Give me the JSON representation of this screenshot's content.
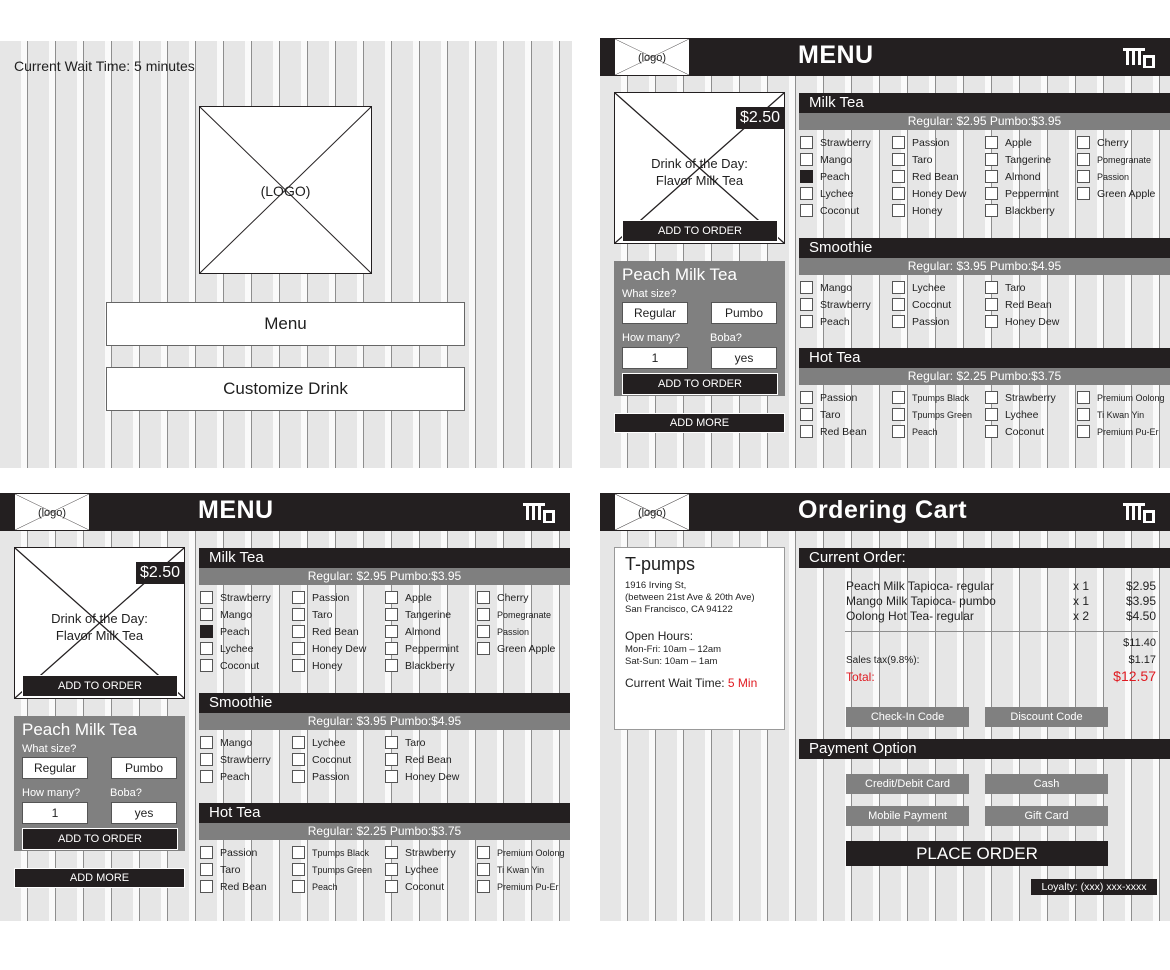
{
  "colors": {
    "dark": "#231f20",
    "gray": "#808080",
    "accent": "#e01b22"
  },
  "home": {
    "wait": "Current Wait Time: 5 minutes",
    "logo": "(LOGO)",
    "menu_btn": "Menu",
    "custom_btn": "Customize Drink"
  },
  "menu_screen": {
    "logo": "(logo)",
    "title": "MENU",
    "cart_icon": "cart-icon",
    "dotd": {
      "price": "$2.50",
      "line1": "Drink of the Day:",
      "line2": "Flavor Milk Tea",
      "add": "ADD TO ORDER"
    },
    "custom": {
      "title": "Peach Milk Tea",
      "size_label": "What size?",
      "size_regular": "Regular",
      "size_pumbo": "Pumbo",
      "qty_label": "How many?",
      "qty": "1",
      "boba_label": "Boba?",
      "boba": "yes",
      "add": "ADD TO ORDER"
    },
    "add_more": "ADD MORE",
    "sections": [
      {
        "title": "Milk Tea",
        "prices": "Regular: $2.95  Pumbo:$3.95",
        "columns": [
          [
            "Strawberry",
            "Mango",
            "Peach",
            "Lychee",
            "Coconut"
          ],
          [
            "Passion",
            "Taro",
            "Red Bean",
            "Honey Dew",
            "Honey"
          ],
          [
            "Apple",
            "Tangerine",
            "Almond",
            "Peppermint",
            "Blackberry"
          ],
          [
            "Cherry",
            "Pomegranate",
            "Passion",
            "Green Apple"
          ]
        ],
        "checked": "Peach"
      },
      {
        "title": "Smoothie",
        "prices": "Regular: $3.95  Pumbo:$4.95",
        "columns": [
          [
            "Mango",
            "Strawberry",
            "Peach"
          ],
          [
            "Lychee",
            "Coconut",
            "Passion"
          ],
          [
            "Taro",
            "Red Bean",
            "Honey Dew"
          ]
        ]
      },
      {
        "title": "Hot Tea",
        "prices": "Regular: $2.25  Pumbo:$3.75",
        "columns": [
          [
            "Passion",
            "Taro",
            "Red Bean"
          ],
          [
            "Tpumps Black",
            "Tpumps Green",
            "Peach"
          ],
          [
            "Strawberry",
            "Lychee",
            "Coconut"
          ],
          [
            "Premium Oolong",
            "Ti Kwan Yin",
            "Premium Pu-Er"
          ]
        ]
      }
    ]
  },
  "cart_screen": {
    "logo": "(logo)",
    "title": "Ordering Cart",
    "cart_icon": "cart-icon",
    "store": {
      "name": "T-pumps",
      "addr1": "1916 Irving St,",
      "addr2": "(between 21st Ave & 20th Ave)",
      "addr3": "San Francisco, CA 94122",
      "hours_title": "Open Hours:",
      "hours1": "Mon-Fri: 10am – 12am",
      "hours2": "Sat-Sun: 10am – 1am",
      "wait_label": "Current Wait Time: ",
      "wait_value": "5 Min"
    },
    "current_order": "Current Order:",
    "items": [
      {
        "name": "Peach Milk Tapioca- regular",
        "qty": "x 1",
        "price": "$2.95"
      },
      {
        "name": "Mango Milk Tapioca- pumbo",
        "qty": "x 1",
        "price": "$3.95"
      },
      {
        "name": "Oolong Hot Tea- regular",
        "qty": "x 2",
        "price": "$4.50"
      }
    ],
    "subtotal": "$11.40",
    "tax_label": "Sales tax(9.8%):",
    "tax": "$1.17",
    "total_label": "Total:",
    "total": "$12.57",
    "checkin": "Check-In Code",
    "discount": "Discount Code",
    "payment_option": "Payment Option",
    "credit": "Credit/Debit Card",
    "cash": "Cash",
    "mobile": "Mobile Payment",
    "gift": "Gift Card",
    "place_order": "PLACE ORDER",
    "loyalty": "Loyalty: (xxx) xxx-xxxx"
  }
}
